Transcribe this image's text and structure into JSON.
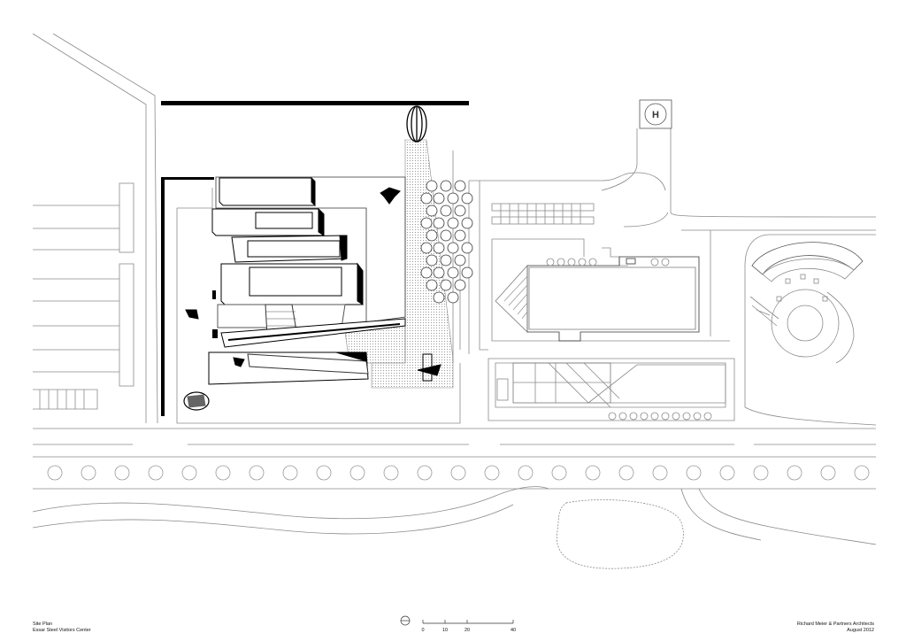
{
  "title_block": {
    "drawing_name": "Site Plan",
    "project_name": "Essar Steel Visitors Center",
    "architect": "Richard Meier & Partners Architects",
    "date": "August 2012"
  },
  "scale_bar": {
    "labels": [
      "0",
      "10",
      "20",
      "40"
    ]
  },
  "helipad_letter": "H"
}
